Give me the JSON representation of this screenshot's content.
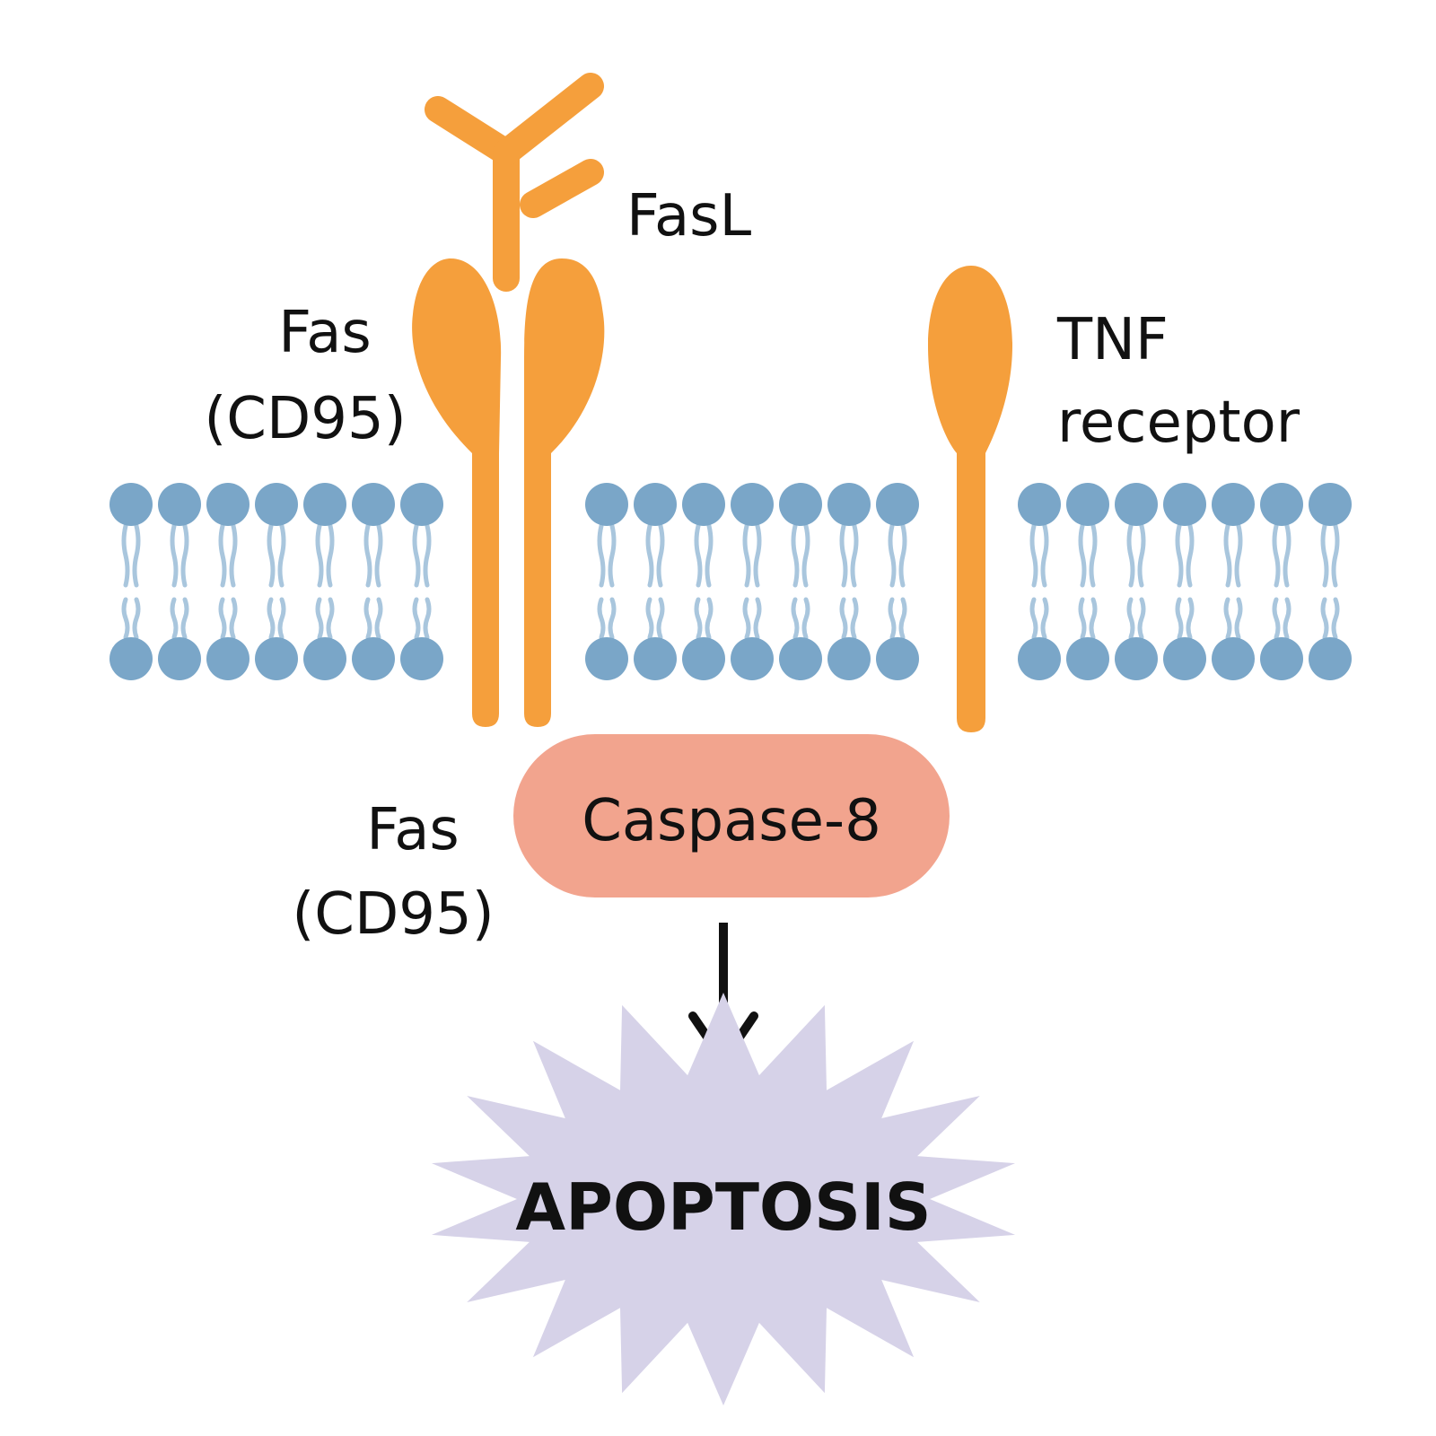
{
  "labels": {
    "fasl": "FasL",
    "fas_top_line1": "Fas",
    "fas_top_line2": "(CD95)",
    "tnf_line1": "TNF",
    "tnf_line2": "receptor",
    "fas_bottom_line1": "Fas",
    "fas_bottom_line2": "(CD95)",
    "caspase": "Caspase-8",
    "apoptosis": "APOPTOSIS"
  },
  "colors": {
    "receptor": "#f59f3c",
    "lipid_head": "#7aa6c8",
    "lipid_tail": "#a9c6dd",
    "caspase_fill": "#f2a48e",
    "apoptosis_fill": "#d6d2e8",
    "arrow": "#111111",
    "text": "#111111"
  }
}
